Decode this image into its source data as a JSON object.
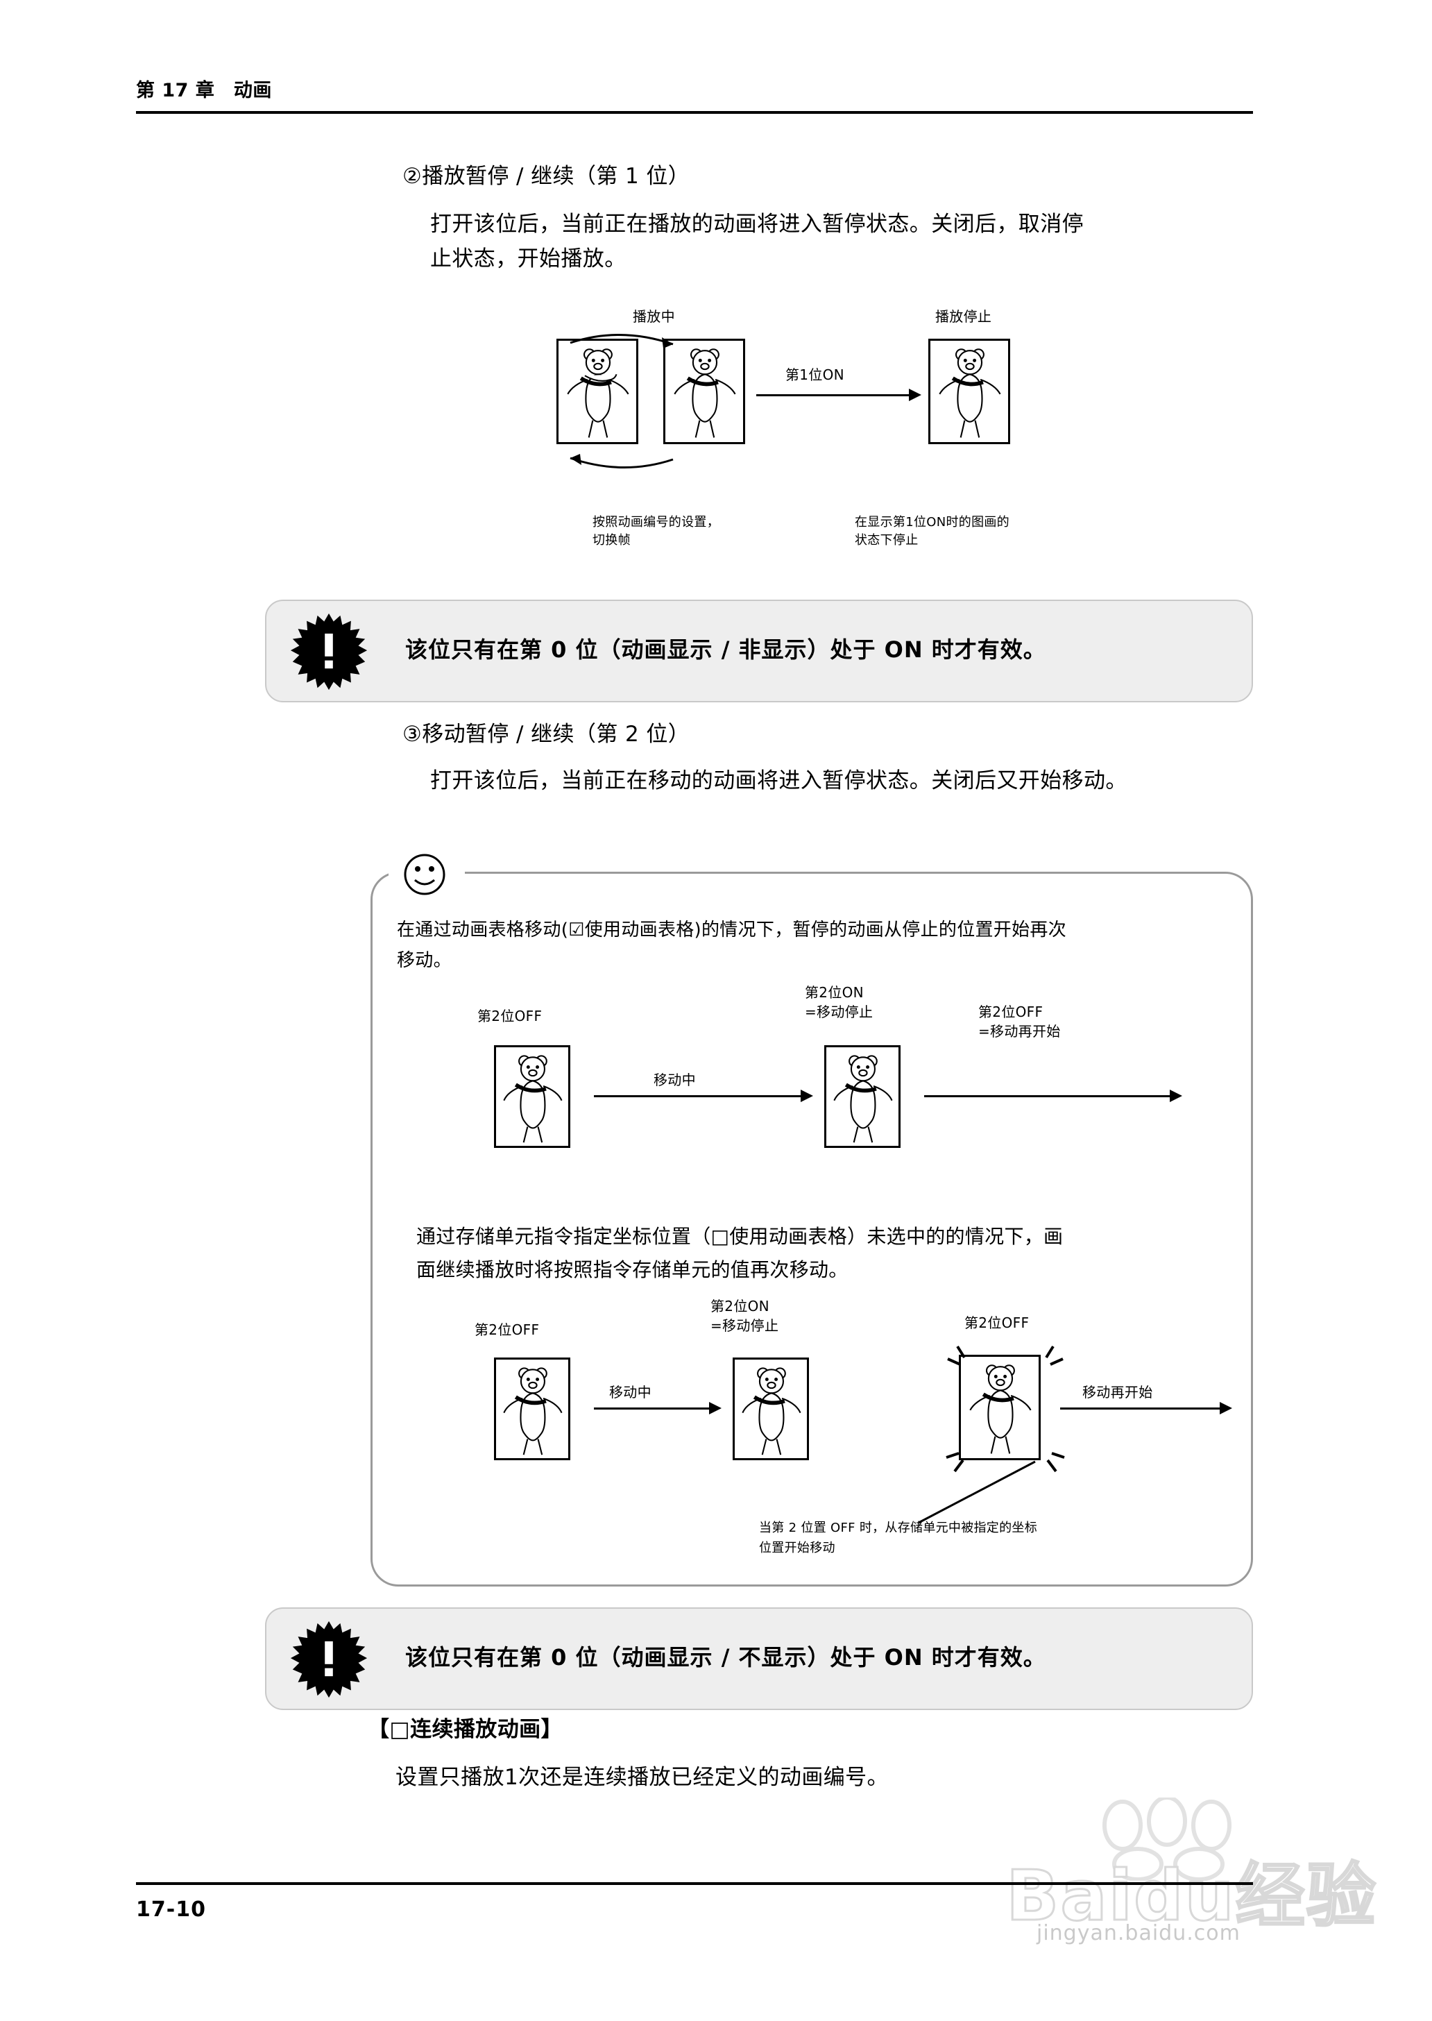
{
  "header": {
    "chapter": "第 17 章　动画"
  },
  "section2": {
    "heading": "②播放暂停 / 继续（第 1 位）",
    "body_line1": "打开该位后，当前正在播放的动画将进入暂停状态。关闭后，取消停",
    "body_line2": "止状态，开始播放。"
  },
  "figure1": {
    "label_playing": "播放中",
    "label_stopped": "播放停止",
    "arrow_label": "第1位ON",
    "caption_left_line1": "按照动画编号的设置，",
    "caption_left_line2": "切换帧",
    "caption_right_line1": "在显示第1位ON时的图画的",
    "caption_right_line2": "状态下停止"
  },
  "caution1": {
    "icon": "exclamation-burst-icon",
    "text": "该位只有在第 0 位（动画显示 / 非显示）处于 ON 时才有效。"
  },
  "section3": {
    "heading": "③移动暂停 / 继续（第 2 位）",
    "body_line1": "打开该位后，当前正在移动的动画将进入暂停状态。关闭后又开始移动。"
  },
  "tipbox": {
    "icon": "smiley-face-icon",
    "paragraph1_line1": "在通过动画表格移动(☑使用动画表格)的情况下，暂停的动画从停止的位置开始再次",
    "paragraph1_line2": "移动。",
    "figure2": {
      "label_left": "第2位OFF",
      "label_mid_line1": "第2位ON",
      "label_mid_line2": "=移动停止",
      "label_right_line1": "第2位OFF",
      "label_right_line2": "=移动再开始",
      "arrow_label": "移动中"
    },
    "paragraph2_line1": "通过存储单元指令指定坐标位置（□使用动画表格）未选中的的情况下，画",
    "paragraph2_line2": "面继续播放时将按照指令存储单元的值再次移动。",
    "figure3": {
      "label_left": "第2位OFF",
      "label_mid_line1": "第2位ON",
      "label_mid_line2": "=移动停止",
      "label_right": "第2位OFF",
      "arrow_label_1": "移动中",
      "arrow_label_2": "移动再开始",
      "caption_line1": "当第 2 位置 OFF 时，从存储单元中被指定的坐标",
      "caption_line2": "位置开始移动"
    }
  },
  "caution2": {
    "icon": "exclamation-burst-icon",
    "text": "该位只有在第 0 位（动画显示 / 不显示）处于 ON 时才有效。"
  },
  "section4": {
    "heading": "【□连续播放动画】",
    "body_line1": "设置只播放1次还是连续播放已经定义的动画编号。"
  },
  "footer": {
    "page_number": "17-10"
  },
  "watermark": {
    "main": "Baidu经验",
    "sub": "jingyan.baidu.com"
  }
}
